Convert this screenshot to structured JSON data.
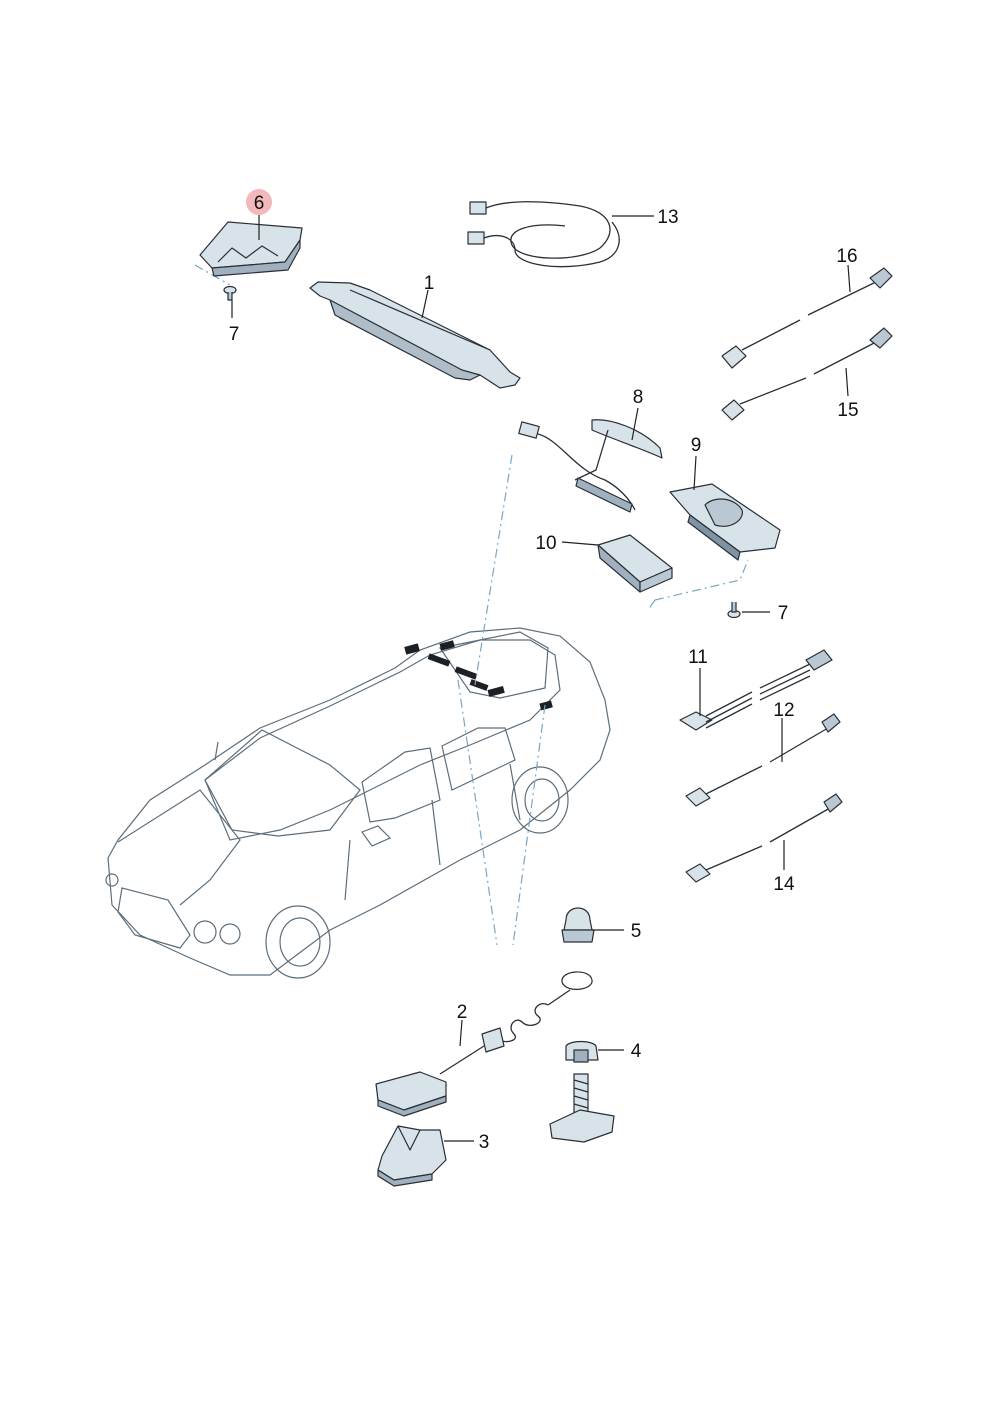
{
  "colors": {
    "part_fill": "#dfe8ee",
    "part_fill_dark": "#b9c8d3",
    "car_body": "#e6eef3",
    "car_glass": "#c9d8e2",
    "highlight_marker": "#f3b8bb",
    "leader_line": "#222222",
    "dashed_line": "#7aa6c2"
  },
  "callouts": {
    "c1": "1",
    "c2": "2",
    "c3": "3",
    "c4": "4",
    "c5": "5",
    "c6": "6",
    "c7a": "7",
    "c7b": "7",
    "c8": "8",
    "c9": "9",
    "c10": "10",
    "c11": "11",
    "c12": "12",
    "c13": "13",
    "c14": "14",
    "c15": "15",
    "c16": "16"
  },
  "highlighted_callout": "6"
}
